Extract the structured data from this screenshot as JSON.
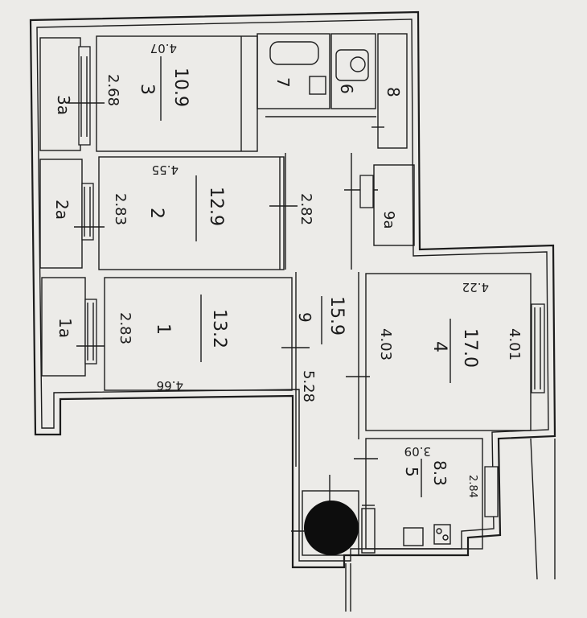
{
  "plan": {
    "labels": {
      "r3a": "3a",
      "r3_dim": "2.68",
      "r3_width": "4.07",
      "r3_num": "3",
      "r3_area": "10.9",
      "r7": "7",
      "r6": "6",
      "r8": "8",
      "r2a": "2a",
      "r2_dim": "2.83",
      "r2_width": "4.55",
      "r2_num": "2",
      "r2_area": "12.9",
      "corr_dim_upper": "2.82",
      "r9a": "9a",
      "r1a": "1a",
      "r1_dim": "2.83",
      "r1_num": "1",
      "r1_area": "13.2",
      "r1_width": "4.66",
      "r9_num": "9",
      "r9_area": "15.9",
      "r9_dim": "5.28",
      "r4_dim": "4.03",
      "r4_width": "4.22",
      "r4_num": "4",
      "r4_area": "17.0",
      "r4_side": "4.01",
      "r5_width": "3.09",
      "r5_num": "5",
      "r5_area": "8.3",
      "r5_dim": "2.84"
    }
  }
}
